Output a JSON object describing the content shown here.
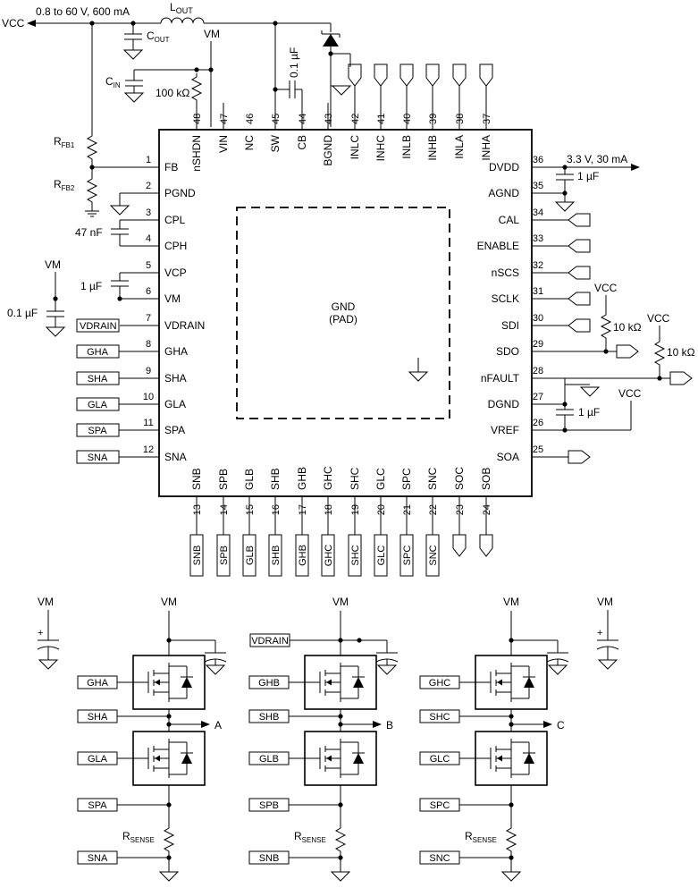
{
  "ic": {
    "pins_left": [
      {
        "n": "1",
        "name": "FB"
      },
      {
        "n": "2",
        "name": "PGND"
      },
      {
        "n": "3",
        "name": "CPL"
      },
      {
        "n": "4",
        "name": "CPH"
      },
      {
        "n": "5",
        "name": "VCP"
      },
      {
        "n": "6",
        "name": "VM"
      },
      {
        "n": "7",
        "name": "VDRAIN"
      },
      {
        "n": "8",
        "name": "GHA"
      },
      {
        "n": "9",
        "name": "SHA"
      },
      {
        "n": "10",
        "name": "GLA"
      },
      {
        "n": "11",
        "name": "SPA"
      },
      {
        "n": "12",
        "name": "SNA"
      }
    ],
    "pins_bottom": [
      {
        "n": "13",
        "name": "SNB"
      },
      {
        "n": "14",
        "name": "SPB"
      },
      {
        "n": "15",
        "name": "GLB"
      },
      {
        "n": "16",
        "name": "SHB"
      },
      {
        "n": "17",
        "name": "GHB"
      },
      {
        "n": "18",
        "name": "GHC"
      },
      {
        "n": "19",
        "name": "SHC"
      },
      {
        "n": "20",
        "name": "GLC"
      },
      {
        "n": "21",
        "name": "SPC"
      },
      {
        "n": "22",
        "name": "SNC"
      },
      {
        "n": "23",
        "name": "SOC"
      },
      {
        "n": "24",
        "name": "SOB"
      }
    ],
    "pins_right": [
      {
        "n": "25",
        "name": "SOA"
      },
      {
        "n": "26",
        "name": "VREF"
      },
      {
        "n": "27",
        "name": "DGND"
      },
      {
        "n": "28",
        "name": "nFAULT"
      },
      {
        "n": "29",
        "name": "SDO"
      },
      {
        "n": "30",
        "name": "SDI"
      },
      {
        "n": "31",
        "name": "SCLK"
      },
      {
        "n": "32",
        "name": "nSCS"
      },
      {
        "n": "33",
        "name": "ENABLE"
      },
      {
        "n": "34",
        "name": "CAL"
      },
      {
        "n": "35",
        "name": "AGND"
      },
      {
        "n": "36",
        "name": "DVDD"
      }
    ],
    "pins_top": [
      {
        "n": "37",
        "name": "INHA"
      },
      {
        "n": "38",
        "name": "INLA"
      },
      {
        "n": "39",
        "name": "INHB"
      },
      {
        "n": "40",
        "name": "INLB"
      },
      {
        "n": "41",
        "name": "INHC"
      },
      {
        "n": "42",
        "name": "INLC"
      },
      {
        "n": "43",
        "name": "BGND"
      },
      {
        "n": "44",
        "name": "CB"
      },
      {
        "n": "45",
        "name": "SW"
      },
      {
        "n": "46",
        "name": "NC"
      },
      {
        "n": "47",
        "name": "VIN"
      },
      {
        "n": "48",
        "name": "nSHDN"
      }
    ],
    "pad_label": "GND",
    "pad_sublabel": "(PAD)"
  },
  "labels": {
    "vcc_out": "VCC",
    "vcc_spec": "0.8 to 60 V, 600 mA",
    "lout": "L",
    "lout_sub": "OUT",
    "cout": "C",
    "cout_sub": "OUT",
    "cin": "C",
    "cin_sub": "IN",
    "vm": "VM",
    "r100k": "100 kΩ",
    "c_cb": "0.1 µF",
    "rfb1": "R",
    "rfb1_sub": "FB1",
    "rfb2": "R",
    "rfb2_sub": "FB2",
    "c47n": "47 nF",
    "c1u_vcp": "1 µF",
    "c01u_vm": "0.1 µF",
    "vdrain_tag": "VDRAIN",
    "dvdd_spec": "3.3 V, 30 mA",
    "c1u_dvdd": "1 µF",
    "vcc_sdo": "VCC",
    "r10k_sdo": "10 kΩ",
    "vcc_fault": "VCC",
    "r10k_fault": "10 kΩ",
    "vcc_vref": "VCC",
    "c1u_vref": "1 µF",
    "rsense": "R",
    "rsense_sub": "SENSE",
    "plus": "+"
  },
  "phases": [
    {
      "vm": "VM",
      "gh": "GHA",
      "sh": "SHA",
      "gl": "GLA",
      "sp": "SPA",
      "sn": "SNA",
      "out": "A",
      "rs": "R",
      "rs_sub": "SENSE"
    },
    {
      "vm": "VM",
      "gh": "GHB",
      "sh": "SHB",
      "gl": "GLB",
      "sp": "SPB",
      "sn": "SNB",
      "out": "B",
      "rs": "R",
      "rs_sub": "SENSE",
      "vdrain": "VDRAIN"
    },
    {
      "vm": "VM",
      "gh": "GHC",
      "sh": "SHC",
      "gl": "GLC",
      "sp": "SPC",
      "sn": "SNC",
      "out": "C",
      "rs": "R",
      "rs_sub": "SENSE"
    }
  ]
}
